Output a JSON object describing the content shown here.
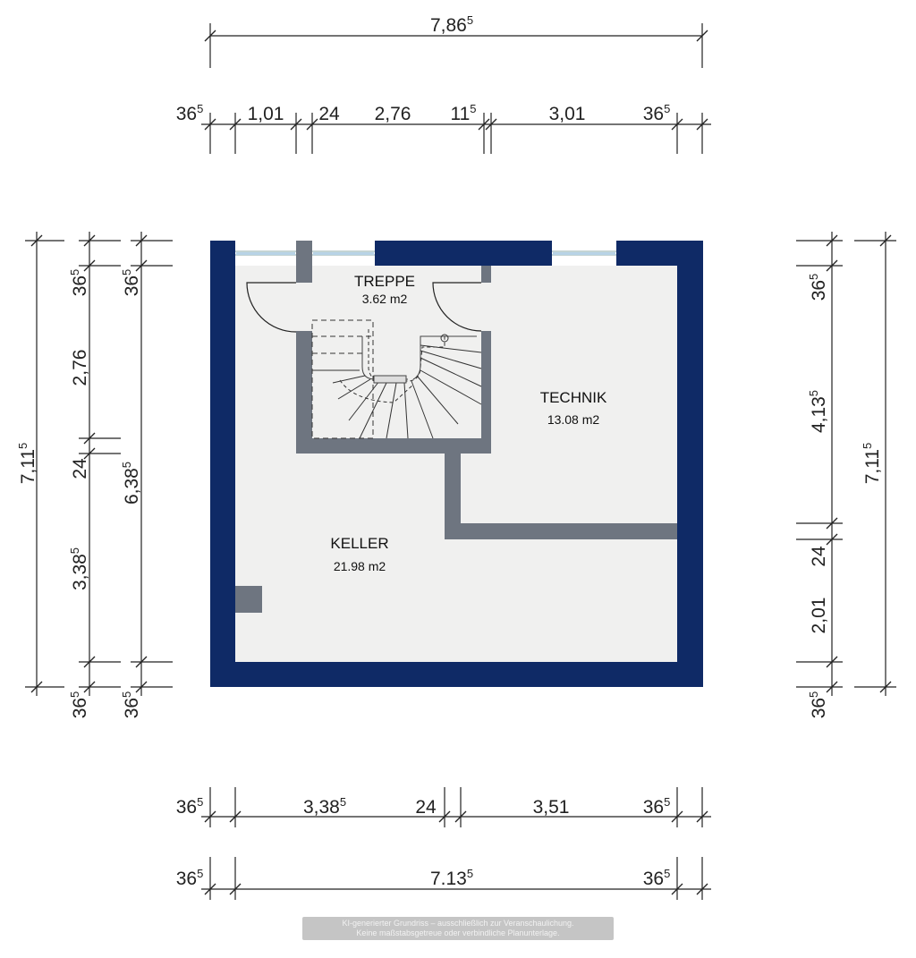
{
  "rooms": {
    "treppe": {
      "name": "TREPPE",
      "area": "3.62 m2"
    },
    "technik": {
      "name": "TECHNIK",
      "area": "13.08 m2"
    },
    "keller": {
      "name": "KELLER",
      "area": "21.98 m2"
    }
  },
  "dims": {
    "top_total": {
      "main": "7,86",
      "sup": "5"
    },
    "top_segments": [
      {
        "main": "36",
        "sup": "5"
      },
      {
        "main": "1,01",
        "sup": ""
      },
      {
        "main": "24",
        "sup": ""
      },
      {
        "main": "2,76",
        "sup": ""
      },
      {
        "main": "11",
        "sup": "5"
      },
      {
        "main": "3,01",
        "sup": ""
      },
      {
        "main": "36",
        "sup": "5"
      }
    ],
    "bottom_segments": [
      {
        "main": "36",
        "sup": "5"
      },
      {
        "main": "3,38",
        "sup": "5"
      },
      {
        "main": "24",
        "sup": ""
      },
      {
        "main": "3,51",
        "sup": ""
      },
      {
        "main": "36",
        "sup": "5"
      }
    ],
    "bottom_total_segments": [
      {
        "main": "36",
        "sup": "5"
      },
      {
        "main": "7.13",
        "sup": "5"
      },
      {
        "main": "36",
        "sup": "5"
      }
    ],
    "left_outer": {
      "main": "7,11",
      "sup": "5"
    },
    "left_inner": [
      {
        "main": "36",
        "sup": "5"
      },
      {
        "main": "2,76",
        "sup": ""
      },
      {
        "main": "24",
        "sup": ""
      },
      {
        "main": "3,38",
        "sup": "5"
      },
      {
        "main": "36",
        "sup": "5"
      }
    ],
    "left_mid": [
      {
        "main": "36",
        "sup": "5"
      },
      {
        "main": "6,38",
        "sup": "5"
      },
      {
        "main": "36",
        "sup": "5"
      }
    ],
    "right_inner": [
      {
        "main": "36",
        "sup": "5"
      },
      {
        "main": "4,13",
        "sup": "5"
      },
      {
        "main": "24",
        "sup": ""
      },
      {
        "main": "2,01",
        "sup": ""
      },
      {
        "main": "36",
        "sup": "5"
      }
    ],
    "right_outer": {
      "main": "7,11",
      "sup": "5"
    }
  },
  "watermark": {
    "line1": "KI-generierter Grundriss – ausschließlich zur Veranschaulichung.",
    "line2": "Keine maßstabsgetreue oder verbindliche Planunterlage."
  },
  "colors": {
    "outer_wall": "#0f2a66",
    "inner_wall": "#6e7580",
    "floor": "#f0f0ef"
  }
}
